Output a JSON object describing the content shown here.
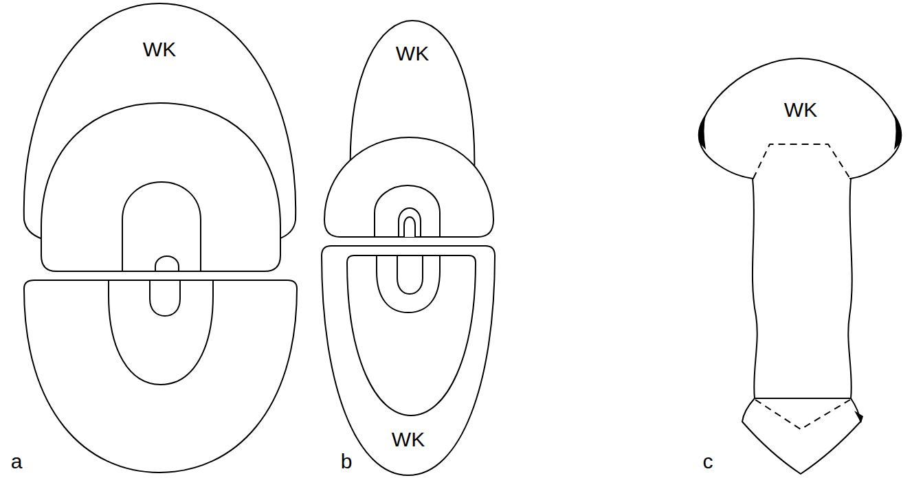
{
  "diagram": {
    "labels": [
      "WK",
      "WK",
      "WK",
      "WK",
      "a",
      "b",
      "c"
    ]
  }
}
